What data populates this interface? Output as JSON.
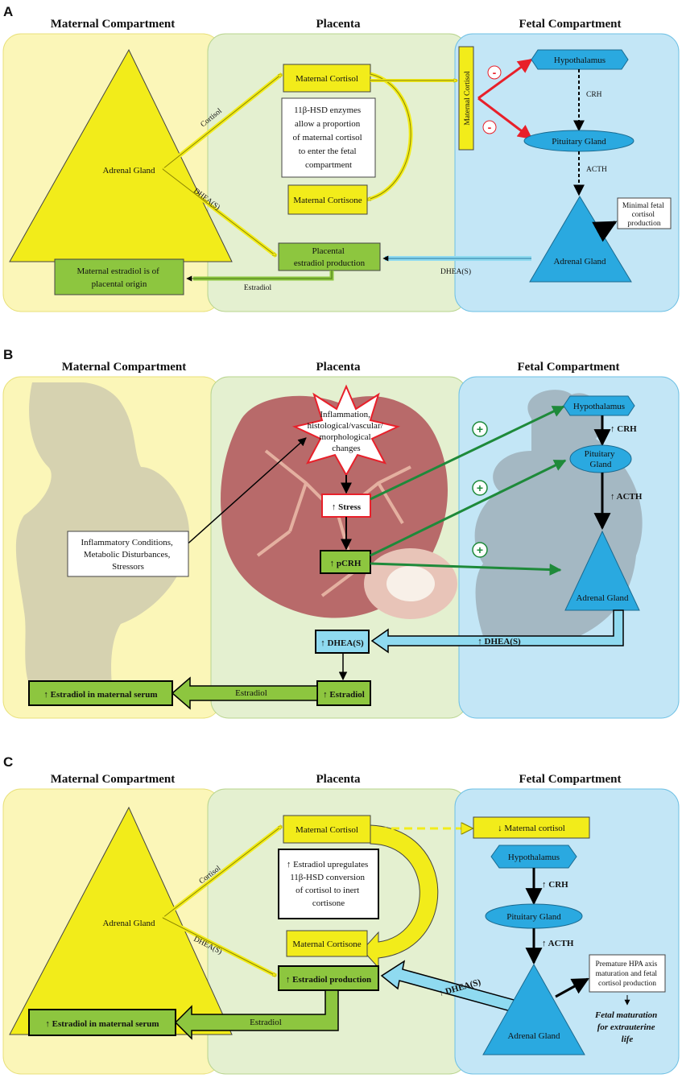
{
  "colors": {
    "maternal_bg": "#fbf6b8",
    "placenta_bg": "#e4f0d0",
    "fetal_bg": "#c3e6f6",
    "yellow": "#f2ec1a",
    "green": "#8dc63f",
    "blue": "#2aa9e0",
    "light_blue": "#8fdaf0",
    "red": "#e8202a",
    "dark_green": "#1e8a3a"
  },
  "panelA": {
    "letter": "A",
    "hdr_maternal": "Maternal Compartment",
    "hdr_placenta": "Placenta",
    "hdr_fetal": "Fetal Compartment",
    "maternal_adrenal": "Adrenal Gland",
    "cortisol": "Cortisol",
    "dhea": "DHEA(S)",
    "maternal_cortisol": "Maternal Cortisol",
    "enzyme_note": [
      "11β-HSD enzymes",
      "allow a proportion",
      "of maternal cortisol",
      "to enter the fetal",
      "compartment"
    ],
    "maternal_cortisone": "Maternal Cortisone",
    "placental_estradiol": [
      "Placental",
      "estradiol production"
    ],
    "maternal_estradiol": [
      "Maternal estradiol is of",
      "placental origin"
    ],
    "estradiol": "Estradiol",
    "dhea_fetal": "DHEA(S)",
    "vertical_cortisol": "Maternal Cortisol",
    "minus": "-",
    "hypothalamus": "Hypothalamus",
    "crh": "CRH",
    "pituitary": "Pituitary Gland",
    "acth": "ACTH",
    "fetal_adrenal": "Adrenal Gland",
    "minimal": [
      "Minimal fetal",
      "cortisol",
      "production"
    ]
  },
  "panelB": {
    "letter": "B",
    "hdr_maternal": "Maternal Compartment",
    "hdr_placenta": "Placenta",
    "hdr_fetal": "Fetal Compartment",
    "inflammation": [
      "Inflammation,",
      "histological/vascular/",
      "morphological",
      "changes"
    ],
    "conditions": [
      "Inflammatory Conditions,",
      "Metabolic Disturbances,",
      "Stressors"
    ],
    "stress": "↑ Stress",
    "pcrh": "↑ pCRH",
    "plus": "+",
    "hypothalamus": "Hypothalamus",
    "crh": "↑ CRH",
    "pituitary": [
      "Pituitary",
      "Gland"
    ],
    "acth": "↑ ACTH",
    "fetal_adrenal": "Adrenal Gland",
    "dhea_arrow": "↑ DHEA(S)",
    "dhea_box": "↑ DHEA(S)",
    "estradiol_box": "↑ Estradiol",
    "estradiol": "Estradiol",
    "serum": "↑ Estradiol in maternal serum"
  },
  "panelC": {
    "letter": "C",
    "hdr_maternal": "Maternal Compartment",
    "hdr_placenta": "Placenta",
    "hdr_fetal": "Fetal Compartment",
    "maternal_adrenal": "Adrenal Gland",
    "cortisol": "Cortisol",
    "dhea": "DHEA(S)",
    "maternal_cortisol": "Maternal Cortisol",
    "note": [
      "↑ Estradiol upregulates",
      "11β-HSD conversion",
      "of cortisol to inert",
      "cortisone"
    ],
    "maternal_cortisone": "Maternal Cortisone",
    "estradiol_prod": "↑ Estradiol production",
    "serum": "↑ Estradiol in maternal serum",
    "estradiol": "Estradiol",
    "dhea_fetal": "↑ DHEA(S)",
    "down_cortisol": "↓ Maternal cortisol",
    "hypothalamus": "Hypothalamus",
    "crh": "↑ CRH",
    "pituitary": "Pituitary Gland",
    "acth": "↑ ACTH",
    "fetal_adrenal": "Adrenal Gland",
    "premature": [
      "Premature HPA axis",
      "maturation and fetal",
      "cortisol production"
    ],
    "fetal_maturation": [
      "Fetal maturation",
      "for extrauterine",
      "life"
    ]
  }
}
